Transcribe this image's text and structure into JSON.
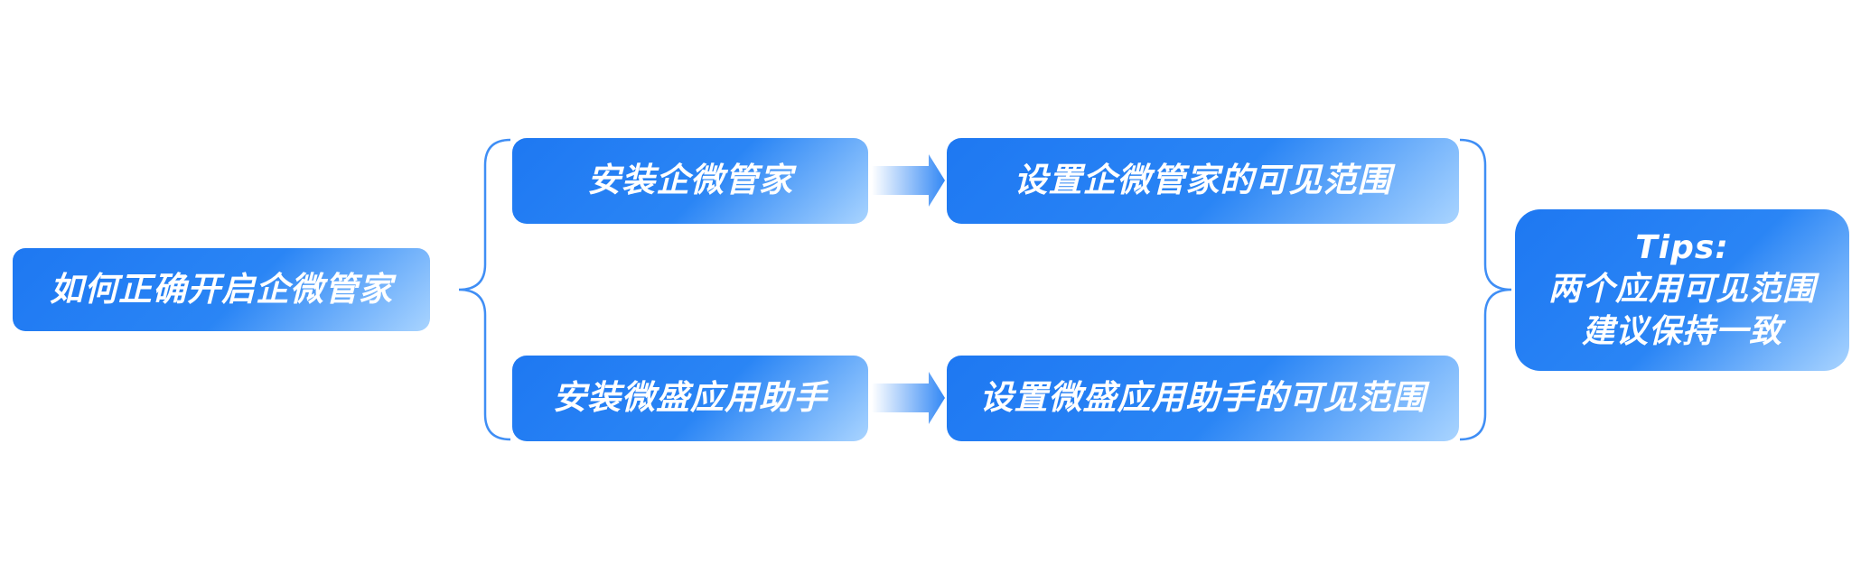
{
  "root": {
    "label": "如何正确开启企微管家"
  },
  "steps": [
    {
      "install": "安装企微管家",
      "visibility": "设置企微管家的可见范围"
    },
    {
      "install": "安装微盛应用助手",
      "visibility": "设置微盛应用助手的可见范围"
    }
  ],
  "tips": {
    "title": "Tips:",
    "line1": "两个应用可见范围",
    "line2": "建议保持一致"
  },
  "colors": {
    "primary": "#1e78f2",
    "gradient_light": "#a9d4ff",
    "bracket": "#3f8ef5",
    "arrow": "#3388f5"
  }
}
